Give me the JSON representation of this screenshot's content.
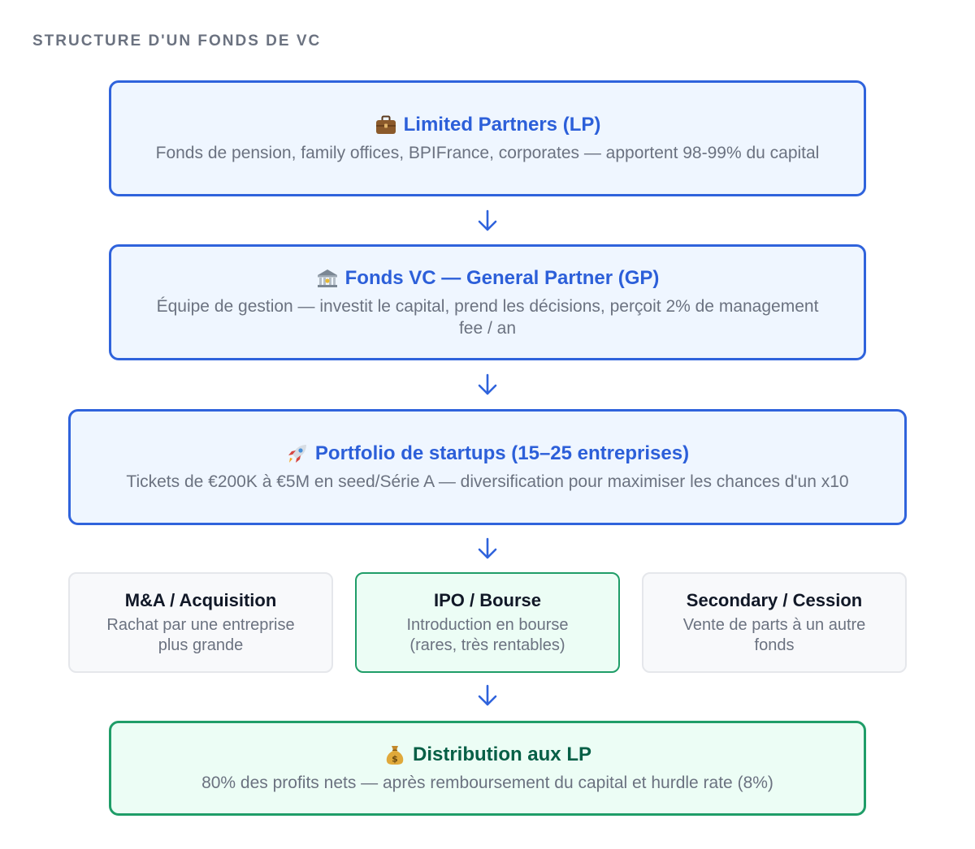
{
  "heading": "STRUCTURE D'UN FONDS DE VC",
  "boxes": {
    "lp": {
      "icon": "briefcase-icon",
      "title": "Limited Partners (LP)",
      "desc": "Fonds de pension, family offices, BPIFrance, corporates — apportent 98-99% du capital"
    },
    "gp": {
      "icon": "bank-icon",
      "title": "Fonds VC — General Partner (GP)",
      "desc": "Équipe de gestion — investit le capital, prend les décisions, perçoit 2% de management fee / an"
    },
    "portfolio": {
      "icon": "rocket-icon",
      "title": "Portfolio de startups (15–25 entreprises)",
      "desc": "Tickets de €200K à €5M en seed/Série A — diversification pour maximiser les chances d'un x10"
    },
    "distribution": {
      "icon": "money-bag-icon",
      "title": "Distribution aux LP",
      "desc": "80% des profits nets — après remboursement du capital et hurdle rate (8%)"
    }
  },
  "outcomes": [
    {
      "title": "M&A / Acquisition",
      "desc": "Rachat par une entreprise plus grande",
      "style": "grey"
    },
    {
      "title": "IPO / Bourse",
      "desc": "Introduction en bourse (rares, très rentables)",
      "style": "green"
    },
    {
      "title": "Secondary / Cession",
      "desc": "Vente de parts à un autre fonds",
      "style": "grey"
    }
  ],
  "colors": {
    "blue_border": "#2f63dc",
    "blue_fill": "#eff6ff",
    "blue_title": "#2c5fd9",
    "green_border": "#1f9d68",
    "green_fill": "#ecfdf5",
    "green_title": "#065f46",
    "arrow": "#2f63dc",
    "muted_text": "#6b7280"
  }
}
